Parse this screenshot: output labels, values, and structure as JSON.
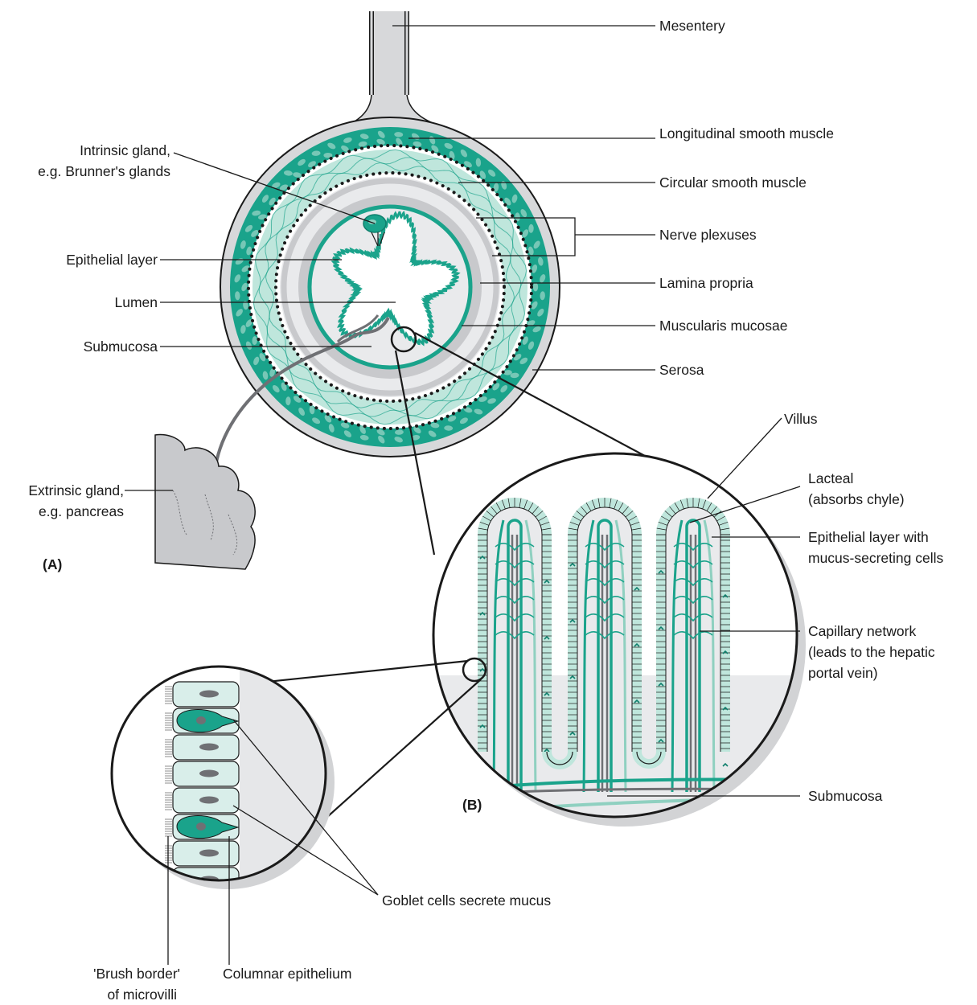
{
  "colors": {
    "teal": "#1aa38b",
    "teal_dark": "#0f7f6c",
    "teal_light": "#bfe6dc",
    "teal_pale": "#8fd0c0",
    "grey_outer": "#d7d8da",
    "grey_mid": "#c8c9cc",
    "grey_light": "#e9eaec",
    "vessel_grey": "#6f7074",
    "shadow": "#d2d3d5",
    "line": "#1a1a1a"
  },
  "panels": {
    "a": "(A)",
    "b": "(B)"
  },
  "labels": {
    "mesentery": "Mesentery",
    "longitudinal": "Longitudinal smooth muscle",
    "circular": "Circular smooth muscle",
    "nerve": "Nerve plexuses",
    "lamina": "Lamina propria",
    "muscularis": "Muscularis mucosae",
    "serosa": "Serosa",
    "intrinsic_1": "Intrinsic gland,",
    "intrinsic_2": "e.g. Brunner's glands",
    "epithelial": "Epithelial layer",
    "lumen": "Lumen",
    "submucosa_a": "Submucosa",
    "extrinsic_1": "Extrinsic gland,",
    "extrinsic_2": "e.g. pancreas",
    "villus": "Villus",
    "lacteal_1": "Lacteal",
    "lacteal_2": "(absorbs chyle)",
    "epi_mucus_1": "Epithelial layer with",
    "epi_mucus_2": "mucus-secreting cells",
    "capillary_1": "Capillary network",
    "capillary_2": "(leads to the hepatic",
    "capillary_3": "portal vein)",
    "submucosa_b": "Submucosa",
    "goblet": "Goblet cells secrete mucus",
    "brush_1": "'Brush border'",
    "brush_2": "of microvilli",
    "columnar": "Columnar epithelium"
  }
}
